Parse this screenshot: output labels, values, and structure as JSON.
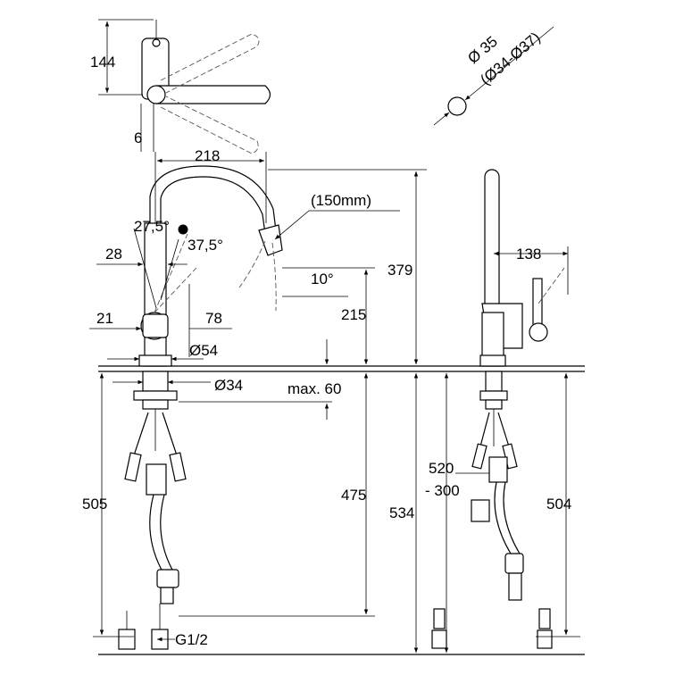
{
  "labels": {
    "d144": "144",
    "d6": "6",
    "d218": "218",
    "d150mm": "(150mm)",
    "d27_5": "27,5°",
    "d28": "28",
    "d37_5": "37,5°",
    "d10": "10°",
    "d21": "21",
    "d78": "78",
    "d54": "Ø54",
    "d34": "Ø34",
    "dmax60": "max. 60",
    "d379": "379",
    "d215": "215",
    "d475": "475",
    "d505": "505",
    "d534": "534",
    "d520": "520",
    "d300": "- 300",
    "d504": "504",
    "d138": "138",
    "dG12": "G1/2",
    "dphi35": "Ø 35",
    "dphi3437": "(Ø34-Ø37)"
  }
}
